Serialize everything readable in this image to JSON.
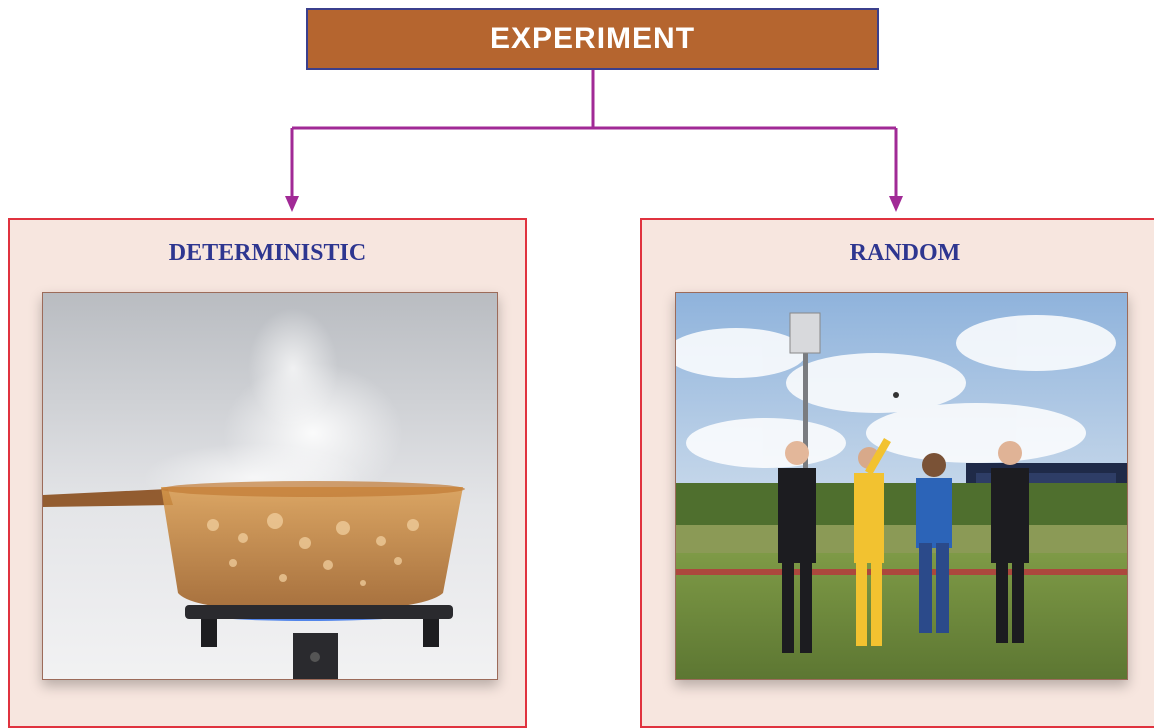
{
  "diagram": {
    "root": {
      "label": "EXPERIMENT"
    },
    "branches": [
      {
        "label": "DETERMINISTIC",
        "image": "pan-boiling-water-on-stove"
      },
      {
        "label": "RANDOM",
        "image": "cricket-coin-toss"
      }
    ]
  },
  "colors": {
    "root_fill": "#b5652f",
    "root_border": "#3b3f8c",
    "connector": "#a12a96",
    "panel_fill": "#f7e6df",
    "panel_border": "#e0333f",
    "panel_title": "#2e3690"
  }
}
